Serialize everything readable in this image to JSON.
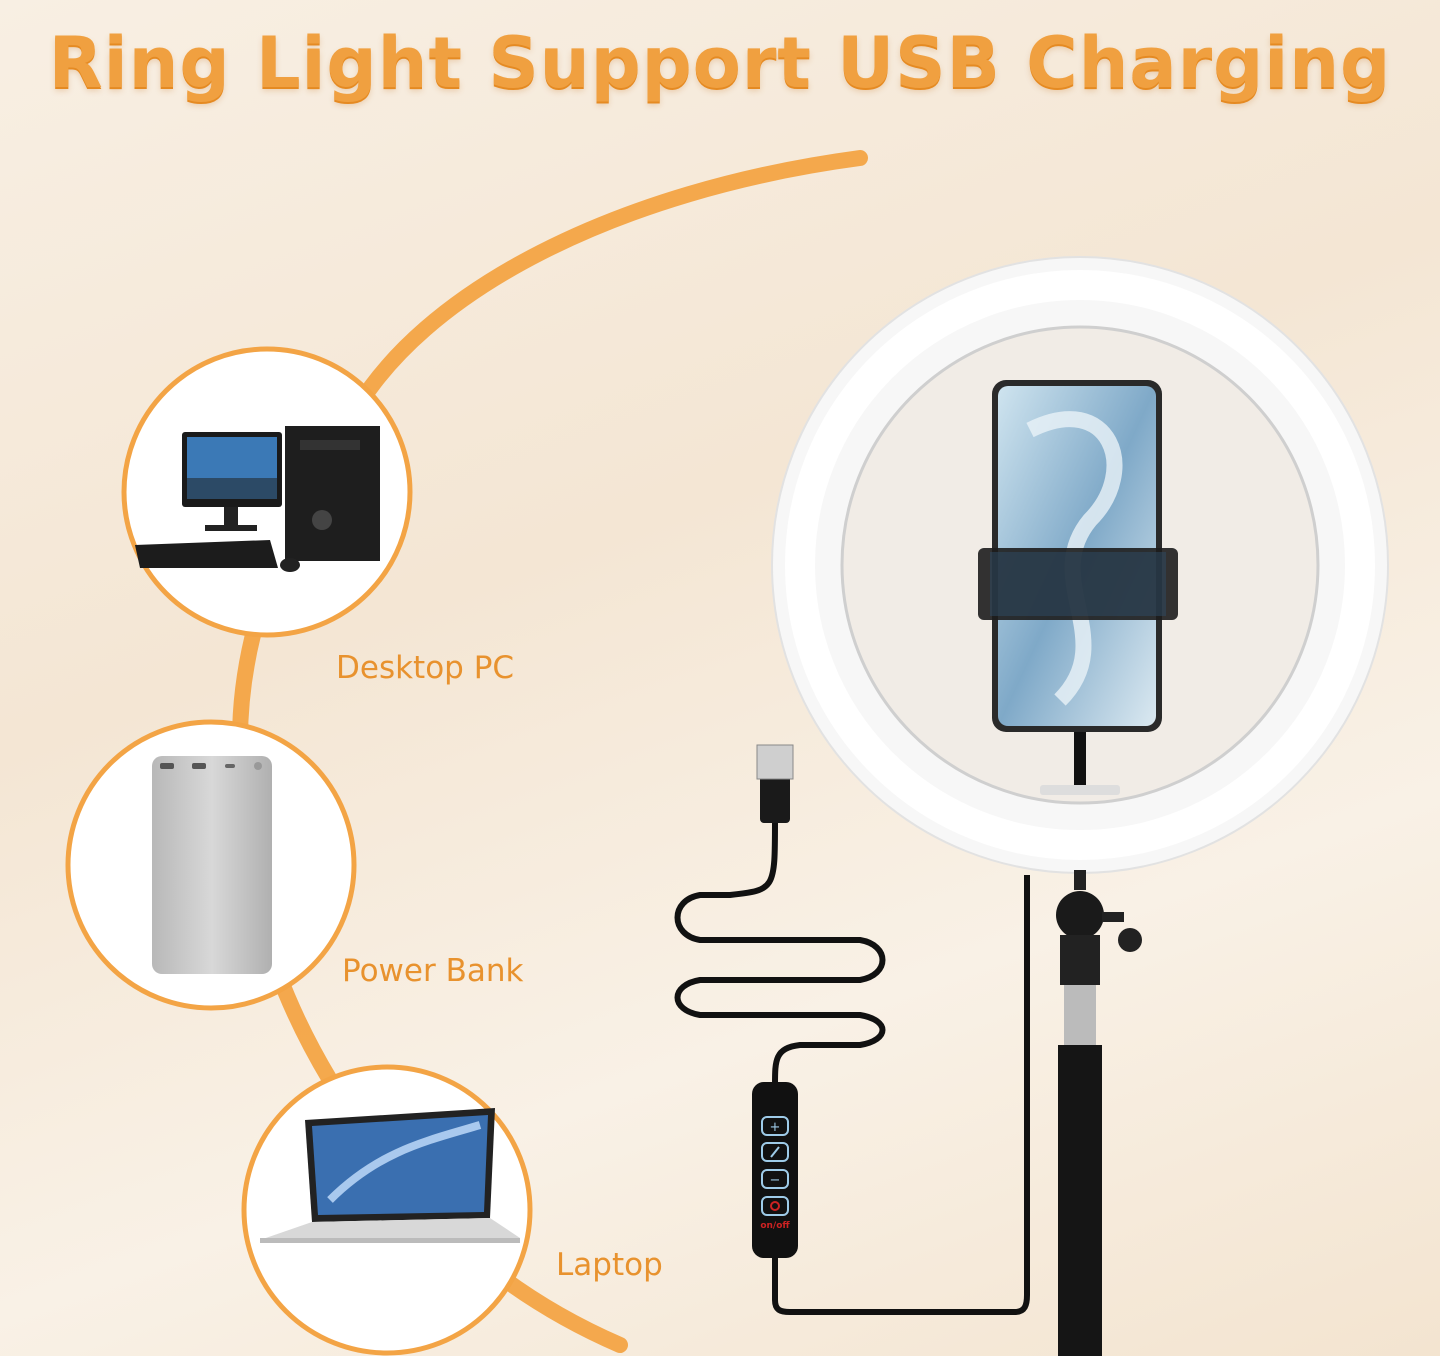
{
  "title": "Ring Light Support USB Charging",
  "sources": [
    {
      "label": "Desktop PC",
      "icon": "desktop-pc-icon"
    },
    {
      "label": "Power Bank",
      "icon": "power-bank-icon"
    },
    {
      "label": "Laptop",
      "icon": "laptop-icon"
    }
  ],
  "controller": {
    "buttons": [
      "+",
      "brightness-mode",
      "−",
      "power"
    ],
    "power_label": "on/off"
  },
  "colors": {
    "accent": "#f0a040",
    "arc": "#f3a445",
    "background": "#f6ebdd"
  }
}
